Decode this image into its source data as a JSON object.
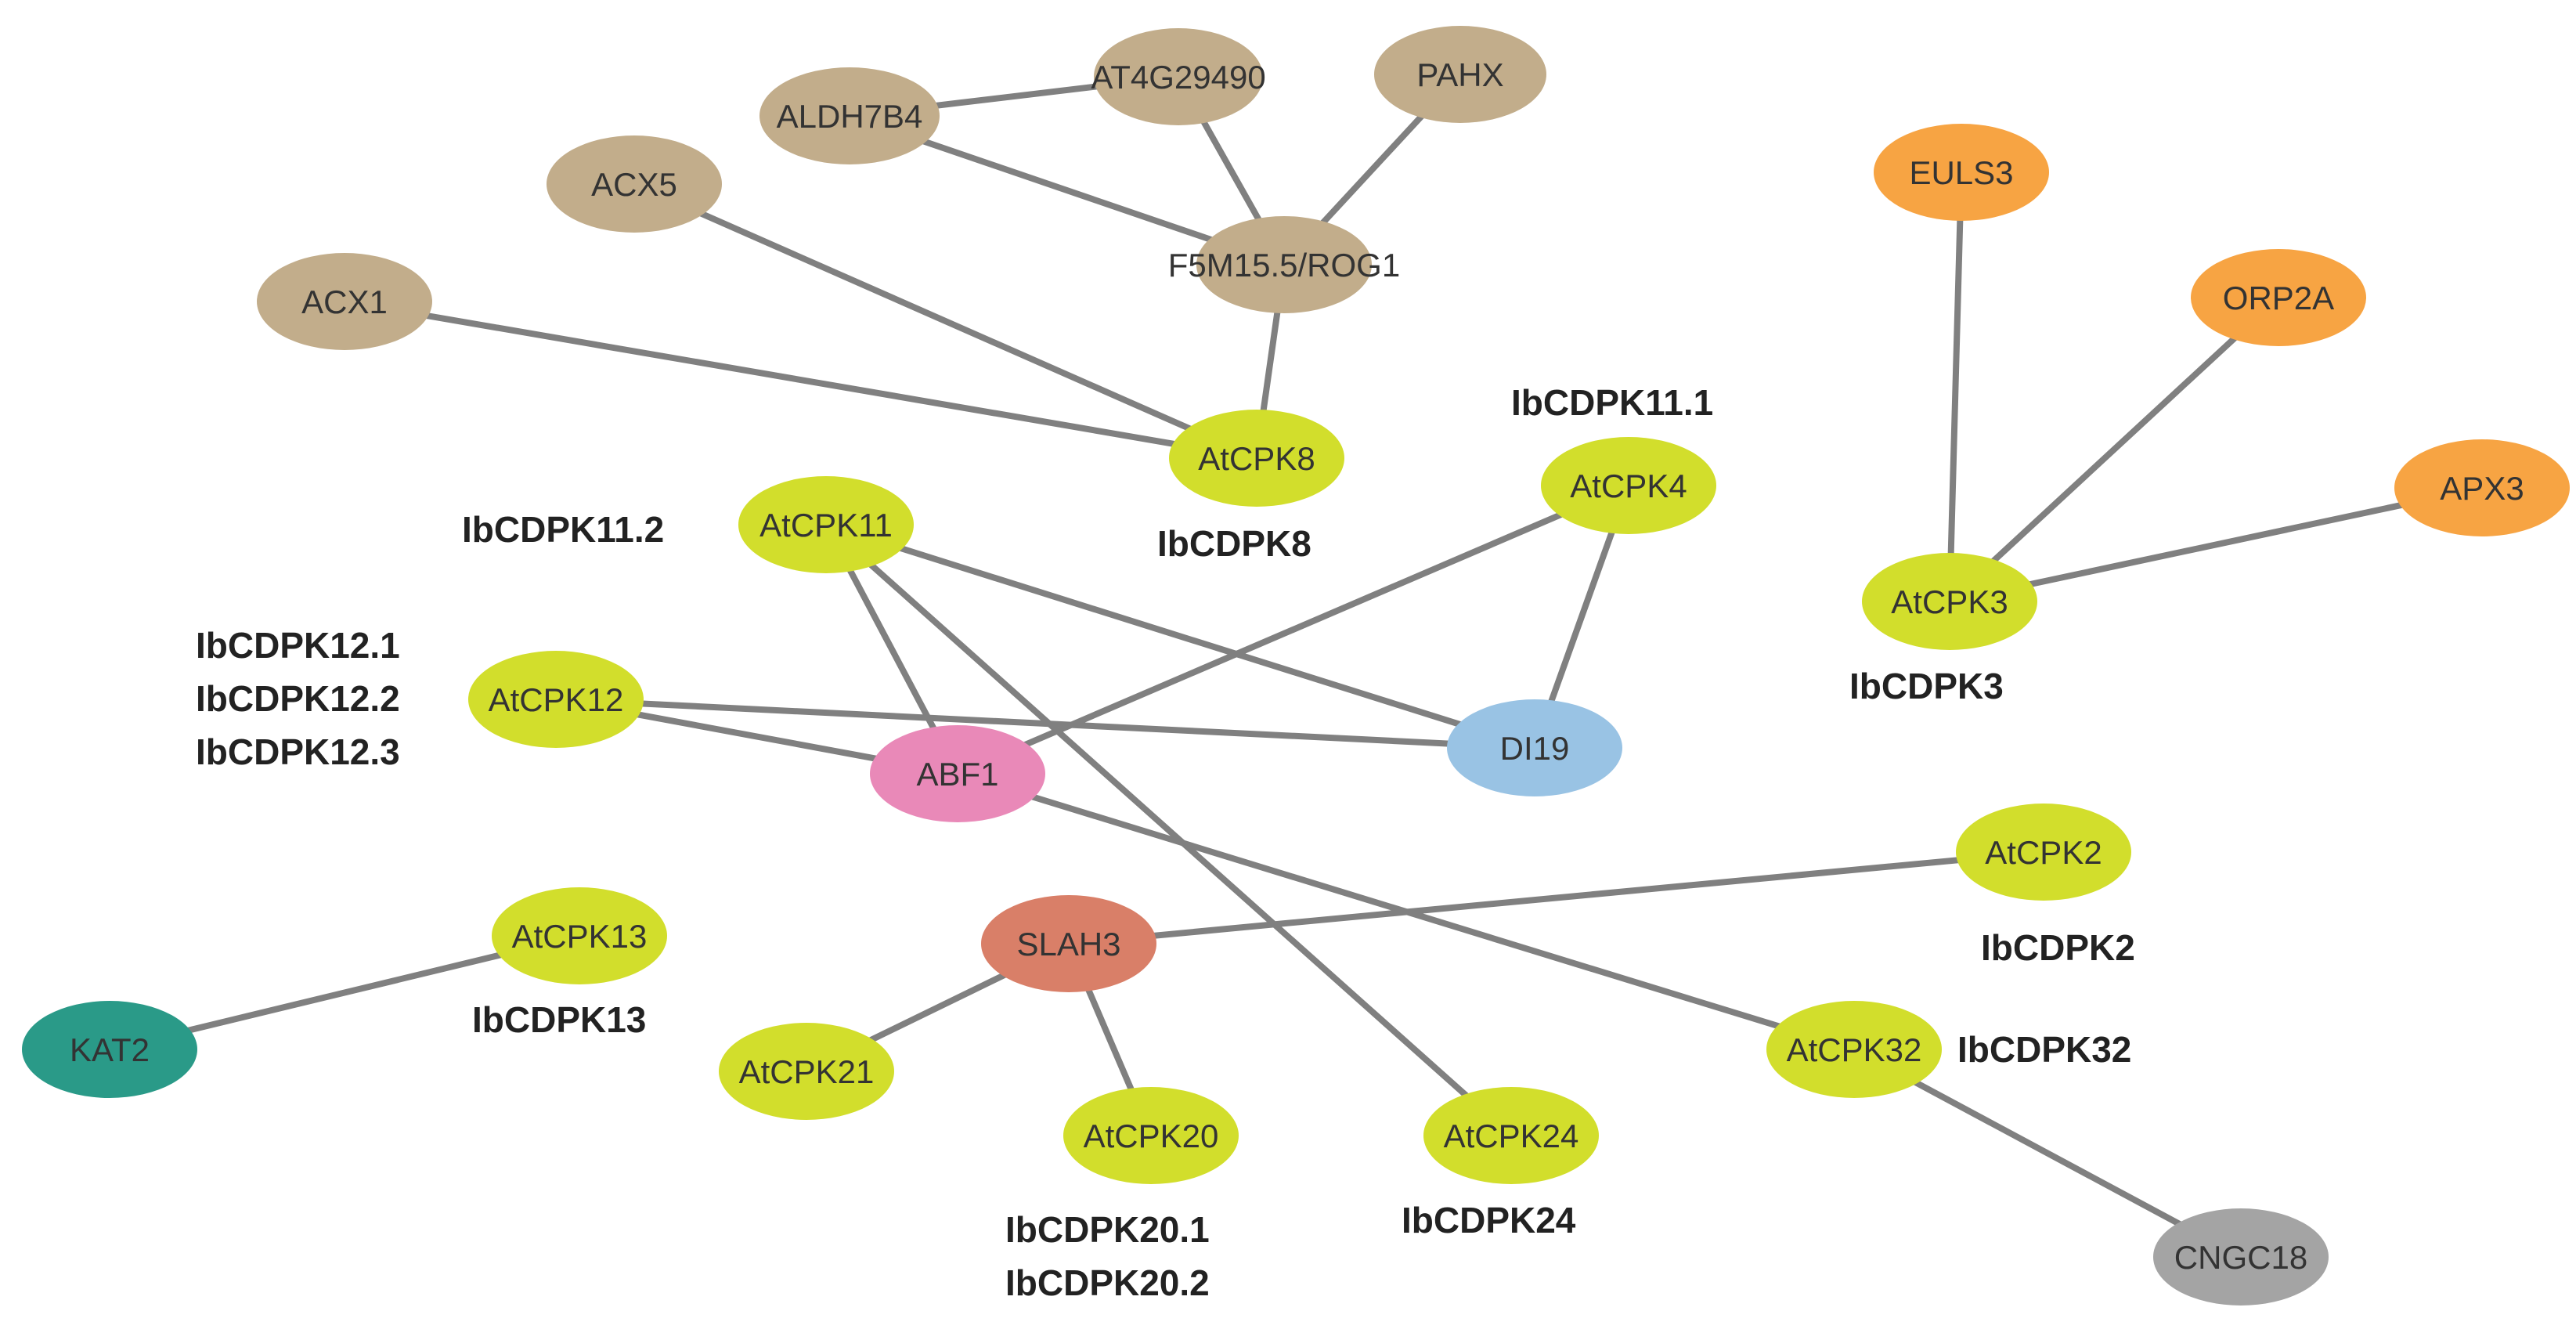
{
  "colors": {
    "edge": "#808080",
    "tan": "#c2ad8b",
    "lime": "#d2de2c",
    "orange": "#f7a443",
    "pink": "#e989b8",
    "blue": "#99c3e4",
    "salmon": "#d97f68",
    "teal": "#2a9a88",
    "gray": "#a4a4a4"
  },
  "nodes": {
    "ALDH7B4": {
      "label": "ALDH7B4",
      "color": "tan"
    },
    "AT4G29490": {
      "label": "AT4G29490",
      "color": "tan"
    },
    "PAHX": {
      "label": "PAHX",
      "color": "tan"
    },
    "ACX5": {
      "label": "ACX5",
      "color": "tan"
    },
    "ACX1": {
      "label": "ACX1",
      "color": "tan"
    },
    "F5M15": {
      "label": "F5M15.5/ROG1",
      "color": "tan"
    },
    "AtCPK8": {
      "label": "AtCPK8",
      "color": "lime"
    },
    "AtCPK4": {
      "label": "AtCPK4",
      "color": "lime"
    },
    "AtCPK11": {
      "label": "AtCPK11",
      "color": "lime"
    },
    "AtCPK12": {
      "label": "AtCPK12",
      "color": "lime"
    },
    "ABF1": {
      "label": "ABF1",
      "color": "pink"
    },
    "DI19": {
      "label": "DI19",
      "color": "blue"
    },
    "EULS3": {
      "label": "EULS3",
      "color": "orange"
    },
    "ORP2A": {
      "label": "ORP2A",
      "color": "orange"
    },
    "APX3": {
      "label": "APX3",
      "color": "orange"
    },
    "AtCPK3": {
      "label": "AtCPK3",
      "color": "lime"
    },
    "AtCPK2": {
      "label": "AtCPK2",
      "color": "lime"
    },
    "AtCPK13": {
      "label": "AtCPK13",
      "color": "lime"
    },
    "KAT2": {
      "label": "KAT2",
      "color": "teal"
    },
    "SLAH3": {
      "label": "SLAH3",
      "color": "salmon"
    },
    "AtCPK21": {
      "label": "AtCPK21",
      "color": "lime"
    },
    "AtCPK20": {
      "label": "AtCPK20",
      "color": "lime"
    },
    "AtCPK24": {
      "label": "AtCPK24",
      "color": "lime"
    },
    "AtCPK32": {
      "label": "AtCPK32",
      "color": "lime"
    },
    "CNGC18": {
      "label": "CNGC18",
      "color": "gray"
    }
  },
  "edges": [
    [
      "ALDH7B4",
      "AT4G29490"
    ],
    [
      "ALDH7B4",
      "F5M15"
    ],
    [
      "AT4G29490",
      "F5M15"
    ],
    [
      "PAHX",
      "F5M15"
    ],
    [
      "ACX5",
      "AtCPK8"
    ],
    [
      "ACX1",
      "AtCPK8"
    ],
    [
      "F5M15",
      "AtCPK8"
    ],
    [
      "AtCPK4",
      "ABF1"
    ],
    [
      "AtCPK4",
      "DI19"
    ],
    [
      "AtCPK11",
      "ABF1"
    ],
    [
      "AtCPK11",
      "DI19"
    ],
    [
      "AtCPK11",
      "AtCPK24"
    ],
    [
      "AtCPK12",
      "DI19"
    ],
    [
      "AtCPK12",
      "ABF1"
    ],
    [
      "ABF1",
      "AtCPK32"
    ],
    [
      "EULS3",
      "AtCPK3"
    ],
    [
      "ORP2A",
      "AtCPK3"
    ],
    [
      "APX3",
      "AtCPK3"
    ],
    [
      "SLAH3",
      "AtCPK2"
    ],
    [
      "SLAH3",
      "AtCPK21"
    ],
    [
      "SLAH3",
      "AtCPK20"
    ],
    [
      "AtCPK13",
      "KAT2"
    ],
    [
      "AtCPK32",
      "CNGC18"
    ]
  ],
  "gene_labels": {
    "cpk11_1": "IbCDPK11.1",
    "cpk11_2": "IbCDPK11.2",
    "cpk8": "IbCDPK8",
    "cpk12_1": "IbCDPK12.1",
    "cpk12_2": "IbCDPK12.2",
    "cpk12_3": "IbCDPK12.3",
    "cpk3": "IbCDPK3",
    "cpk2": "IbCDPK2",
    "cpk13": "IbCDPK13",
    "cpk32": "IbCDPK32",
    "cpk20_1": "IbCDPK20.1",
    "cpk20_2": "IbCDPK20.2",
    "cpk24": "IbCDPK24"
  }
}
